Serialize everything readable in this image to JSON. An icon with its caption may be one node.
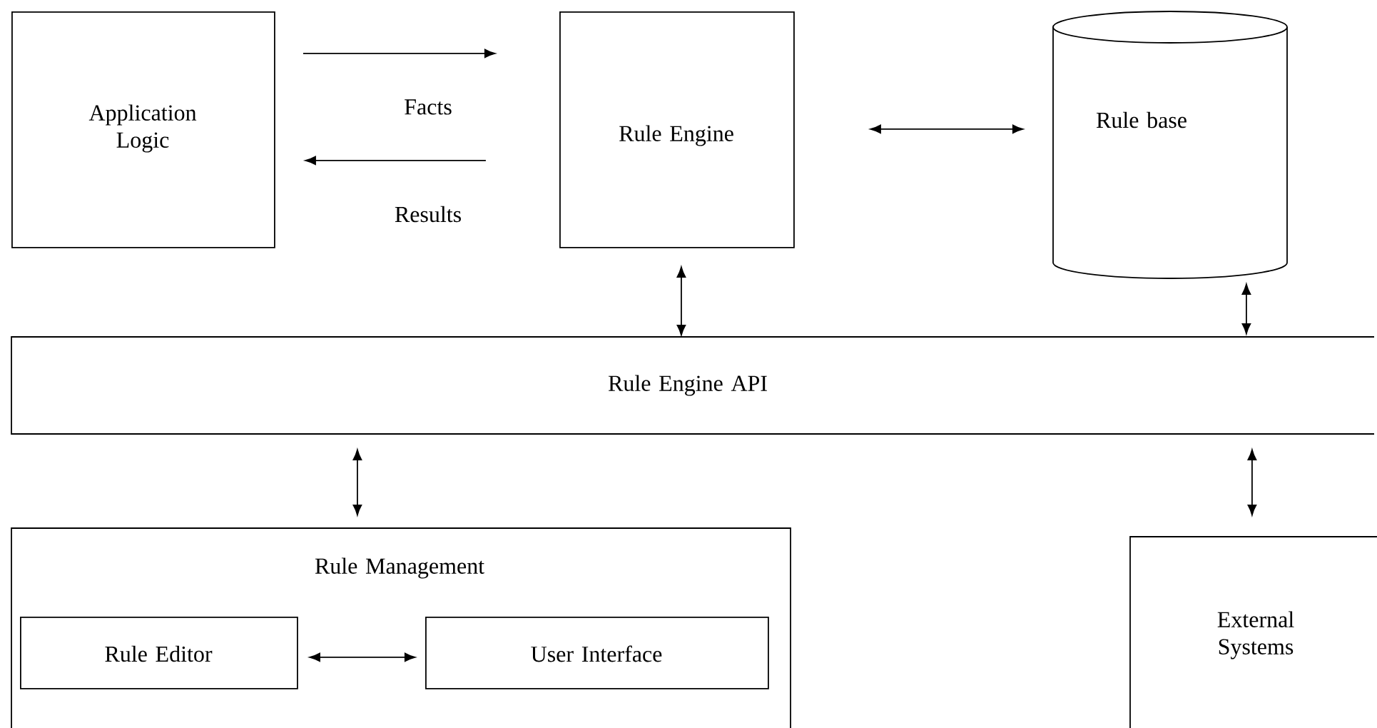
{
  "diagram": {
    "nodes": [
      {
        "text": [
          "Application Logic"
        ]
      },
      {
        "text": [
          "Rule Engine"
        ]
      },
      {
        "text": [
          "Rule base"
        ]
      },
      {
        "text": [
          "Rule Engine API"
        ]
      },
      {
        "text": [
          "Rule Management"
        ]
      },
      {
        "text": [
          "Rule Editor"
        ],
        "in": 4
      },
      {
        "text": [
          "User Interface"
        ],
        "in": 4
      },
      {
        "text": [
          "External Systems"
        ]
      }
    ],
    "edges": [
      {
        "from": 0,
        "to": 1,
        "arrow": "to",
        "label": "Facts"
      },
      {
        "from": 1,
        "to": 0,
        "arrow": "to",
        "label": "Results"
      },
      {
        "from": 1,
        "to": 2,
        "arrow": "both"
      },
      {
        "from": 1,
        "to": 3,
        "arrow": "both"
      },
      {
        "from": 2,
        "to": 3,
        "arrow": "both"
      },
      {
        "from": 3,
        "to": 4,
        "arrow": "both"
      },
      {
        "from": 3,
        "to": 7,
        "arrow": "both"
      },
      {
        "from": 5,
        "to": 6,
        "arrow": "both"
      }
    ]
  }
}
